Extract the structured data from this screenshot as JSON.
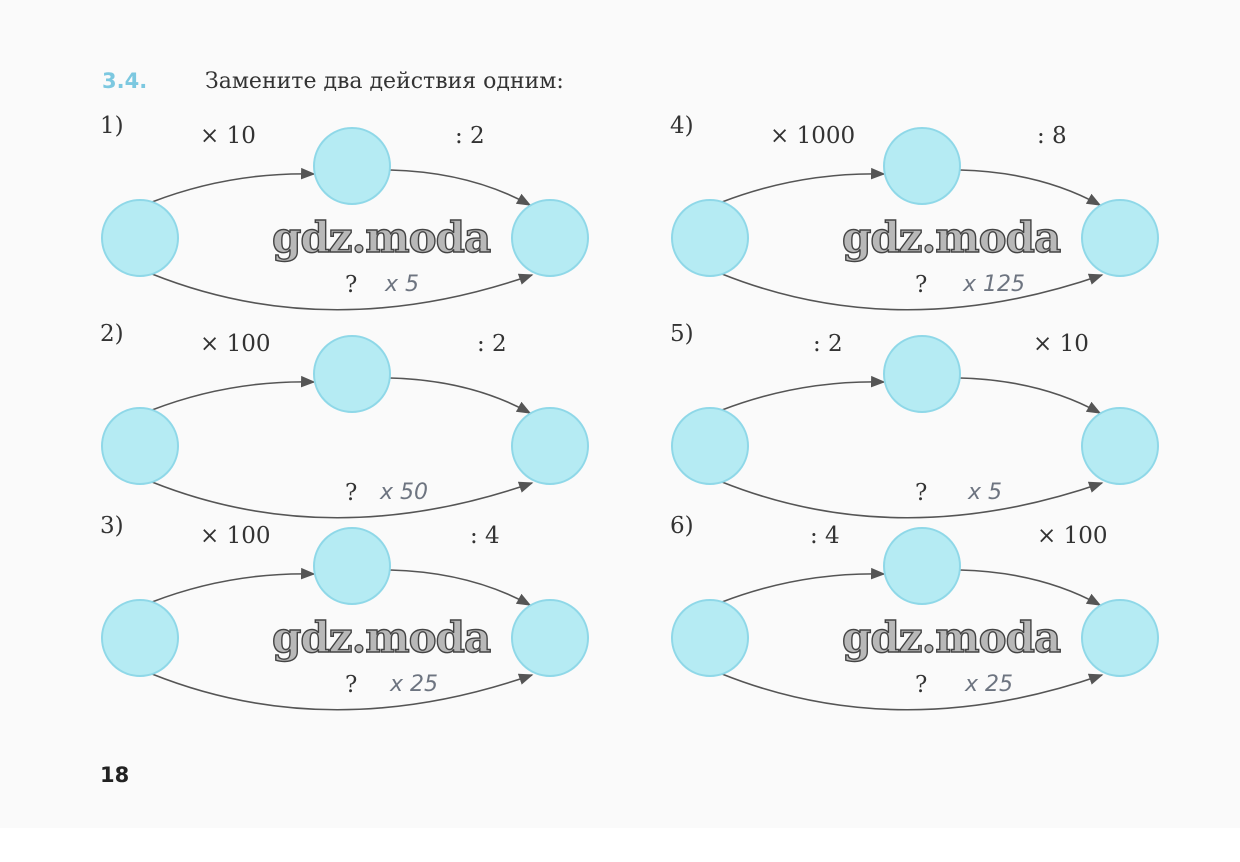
{
  "exercise": {
    "number": "3.4.",
    "title": "Замените два действия одним:"
  },
  "diagrams": [
    {
      "label": "1)",
      "op1": "× 10",
      "op2": ": 2",
      "question": "?",
      "answer": "x 5"
    },
    {
      "label": "2)",
      "op1": "× 100",
      "op2": ": 2",
      "question": "?",
      "answer": "x 50"
    },
    {
      "label": "3)",
      "op1": "× 100",
      "op2": ": 4",
      "question": "?",
      "answer": "x 25"
    },
    {
      "label": "4)",
      "op1": "× 1000",
      "op2": ": 8",
      "question": "?",
      "answer": "x 125"
    },
    {
      "label": "5)",
      "op1": ": 2",
      "op2": "× 10",
      "question": "?",
      "answer": "x 5"
    },
    {
      "label": "6)",
      "op1": ": 4",
      "op2": "× 100",
      "question": "?",
      "answer": "x 25"
    }
  ],
  "watermark": "gdz.moda",
  "page_number": "18",
  "colors": {
    "circle_fill": "#b5ebf3",
    "circle_stroke": "#8fd8e8",
    "accent": "#7cc8e0"
  }
}
